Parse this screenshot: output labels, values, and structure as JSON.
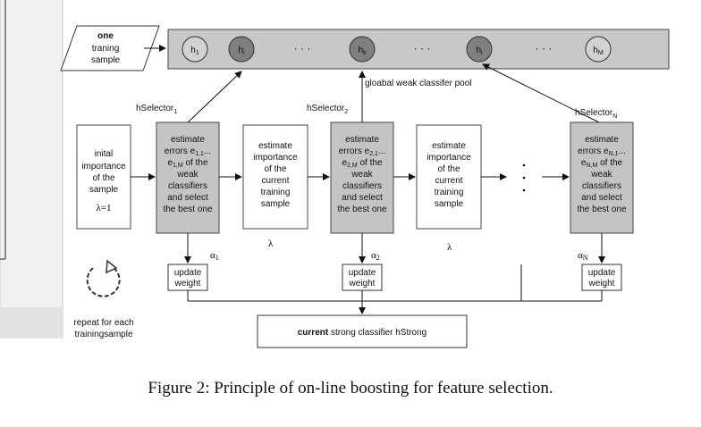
{
  "input_sample": {
    "line1": "one",
    "line2": "traning",
    "line3": "sample"
  },
  "pool": {
    "classifiers": [
      {
        "id": "h1",
        "base": "h",
        "sub": "1",
        "highlighted": false
      },
      {
        "id": "hi-a",
        "base": "h",
        "sub": "i",
        "highlighted": true
      },
      {
        "id": "hk",
        "base": "h",
        "sub": "k",
        "highlighted": true
      },
      {
        "id": "hi-b",
        "base": "h",
        "sub": "i",
        "highlighted": true
      },
      {
        "id": "hM",
        "base": "h",
        "sub": "M",
        "highlighted": false
      }
    ],
    "ellipsis": "· · ·",
    "label": "gloabal weak classifer pool"
  },
  "initial_box": {
    "lines": [
      "inital",
      "importance",
      "of the",
      "sample"
    ],
    "lambda": "λ=1"
  },
  "selectors": [
    {
      "label": "hSelector",
      "sub": "1",
      "lines": [
        "estimate",
        "errors e",
        "e",
        "weak",
        "classifiers",
        "and select",
        "the best one"
      ],
      "err1_sub": "1,1",
      "err1_tail": "...",
      "err2_sub": "1,M",
      "err2_tail": " of the",
      "alpha": "α",
      "alpha_sub": "1"
    },
    {
      "label": "hSelector",
      "sub": "2",
      "lines": [
        "estimate",
        "errors e",
        "e",
        "weak",
        "classifiers",
        "and select",
        "the best one"
      ],
      "err1_sub": "2,1",
      "err1_tail": "...",
      "err2_sub": "2,M",
      "err2_tail": " of the",
      "alpha": "α",
      "alpha_sub": "2"
    },
    {
      "label": "hSelector",
      "sub": "N",
      "lines": [
        "estimate",
        "errors e",
        "e",
        "weak",
        "classifiers",
        "and select",
        "the best one"
      ],
      "err1_sub": "N,1",
      "err1_tail": "...",
      "err2_sub": "N,M",
      "err2_tail": " of the",
      "alpha": "α",
      "alpha_sub": "N"
    }
  ],
  "importance_box": {
    "lines": [
      "estimate",
      "importance",
      "of the",
      "current",
      "training",
      "sample"
    ],
    "lambda": "λ"
  },
  "update_weight": {
    "line1": "update",
    "line2": "weight"
  },
  "repeat_label": {
    "line1": "repeat for each",
    "line2": "trainingsample"
  },
  "strong_box": {
    "bold": "current",
    "rest": " strong classifier hStrong"
  },
  "caption": "Figure 2: Principle of on-line boosting for feature selection."
}
